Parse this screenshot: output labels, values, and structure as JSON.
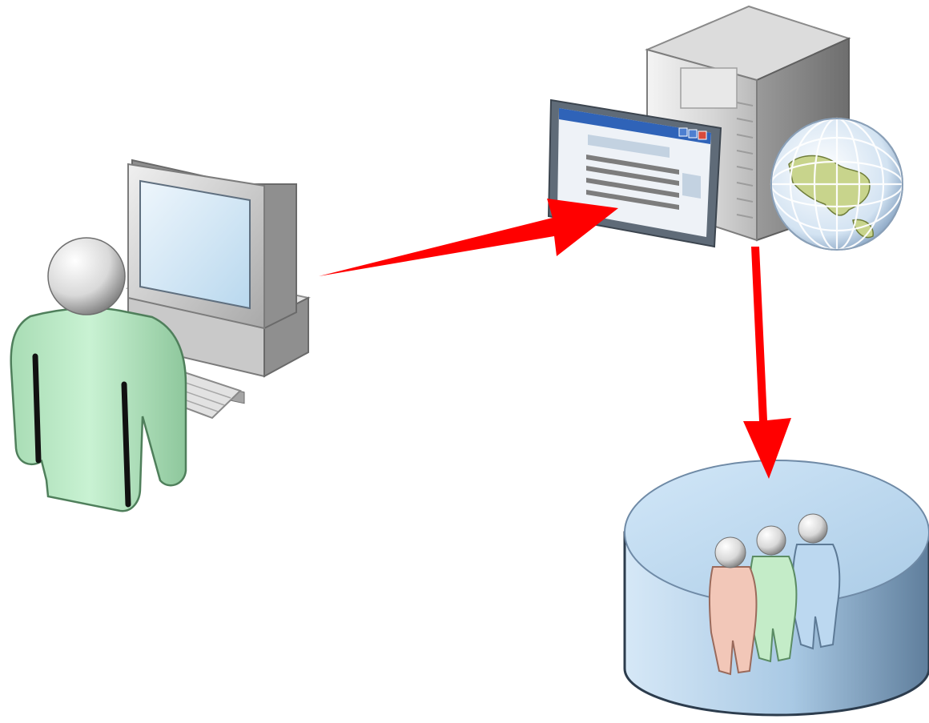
{
  "diagram": {
    "nodes": [
      {
        "id": "user",
        "icon": "user-at-workstation-icon",
        "color": "#bfeccb"
      },
      {
        "id": "server",
        "icon": "web-server-icon"
      },
      {
        "id": "web-page",
        "icon": "browser-window-icon"
      },
      {
        "id": "globe",
        "icon": "internet-globe-icon"
      },
      {
        "id": "user-database",
        "icon": "user-group-database-icon",
        "color": "#b9d9f1"
      }
    ],
    "edges": [
      {
        "from": "user",
        "to": "server",
        "color": "#ff0000"
      },
      {
        "from": "server",
        "to": "user-database",
        "color": "#ff0000"
      }
    ],
    "group_colors": [
      "#f2c7b8",
      "#c4ecc8",
      "#bcd8f0"
    ]
  }
}
